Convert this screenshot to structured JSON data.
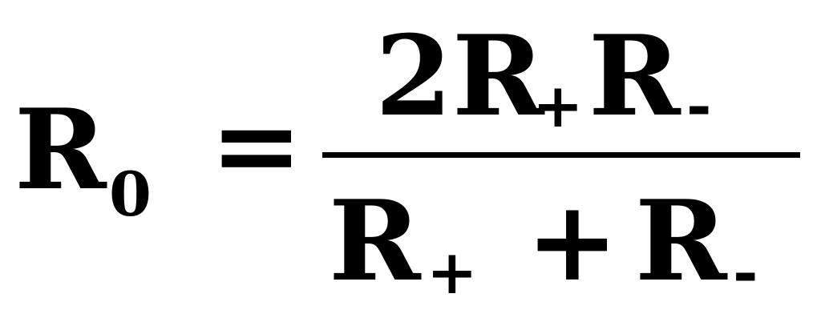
{
  "equation": {
    "lhs_symbol": "R",
    "lhs_subscript": "0",
    "equals": "=",
    "numerator": {
      "coefficient_and_symbol": "2R",
      "sub_plus": "+",
      "symbol2": "R",
      "sub_minus": "-"
    },
    "denominator": {
      "symbol1": "R",
      "sub_plus": "+",
      "operator": "+",
      "symbol2": "R",
      "sub_minus": "-"
    }
  }
}
